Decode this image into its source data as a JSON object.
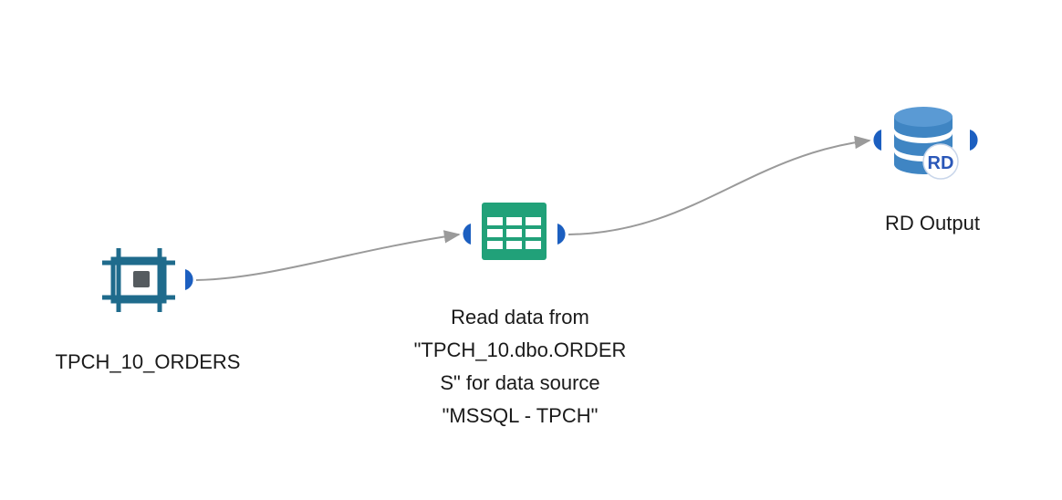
{
  "nodes": [
    {
      "id": "source",
      "icon": "source-table-icon",
      "label_lines": [
        "TPCH_10_ORDERS"
      ],
      "color": "#1f6b8c"
    },
    {
      "id": "read",
      "icon": "table-grid-icon",
      "label_lines": [
        "Read data from",
        "\"TPCH_10.dbo.ORDER",
        "S\" for data source",
        "\"MSSQL - TPCH\""
      ],
      "color": "#21a179"
    },
    {
      "id": "output",
      "icon": "database-rd-icon",
      "label_lines": [
        "RD Output"
      ],
      "badge": "RD",
      "color": "#3f85c3"
    }
  ],
  "connections": [
    {
      "from": "source",
      "to": "read"
    },
    {
      "from": "read",
      "to": "output"
    }
  ],
  "colors": {
    "port": "#1c5fc0",
    "edge": "#9a9a9a",
    "badge_text": "#2a57b8"
  }
}
